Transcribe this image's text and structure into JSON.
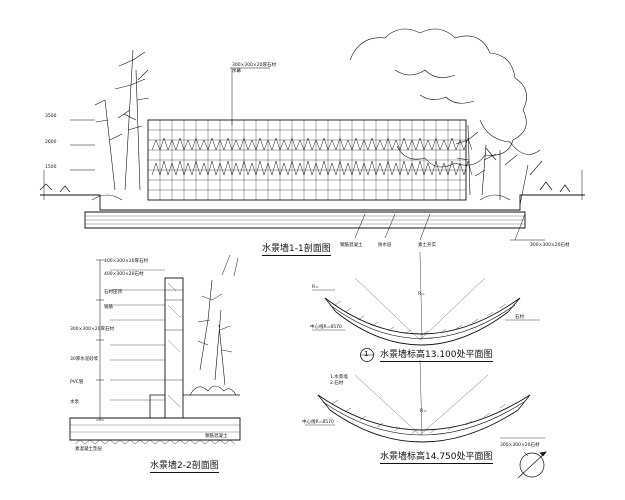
{
  "titles": {
    "section_1_1": "水景墙1-1剖面图",
    "section_2_2": "水景墙2-2剖面图",
    "plan_13100": "水景墙标高13.100处平面图",
    "plan_14750": "水景墙标高14.750处平面图",
    "plan_marker": "1"
  },
  "colors": {
    "line": "#111111",
    "background": "#ffffff"
  },
  "icons": [
    "north-arrow-icon",
    "section-marker-icon"
  ]
}
